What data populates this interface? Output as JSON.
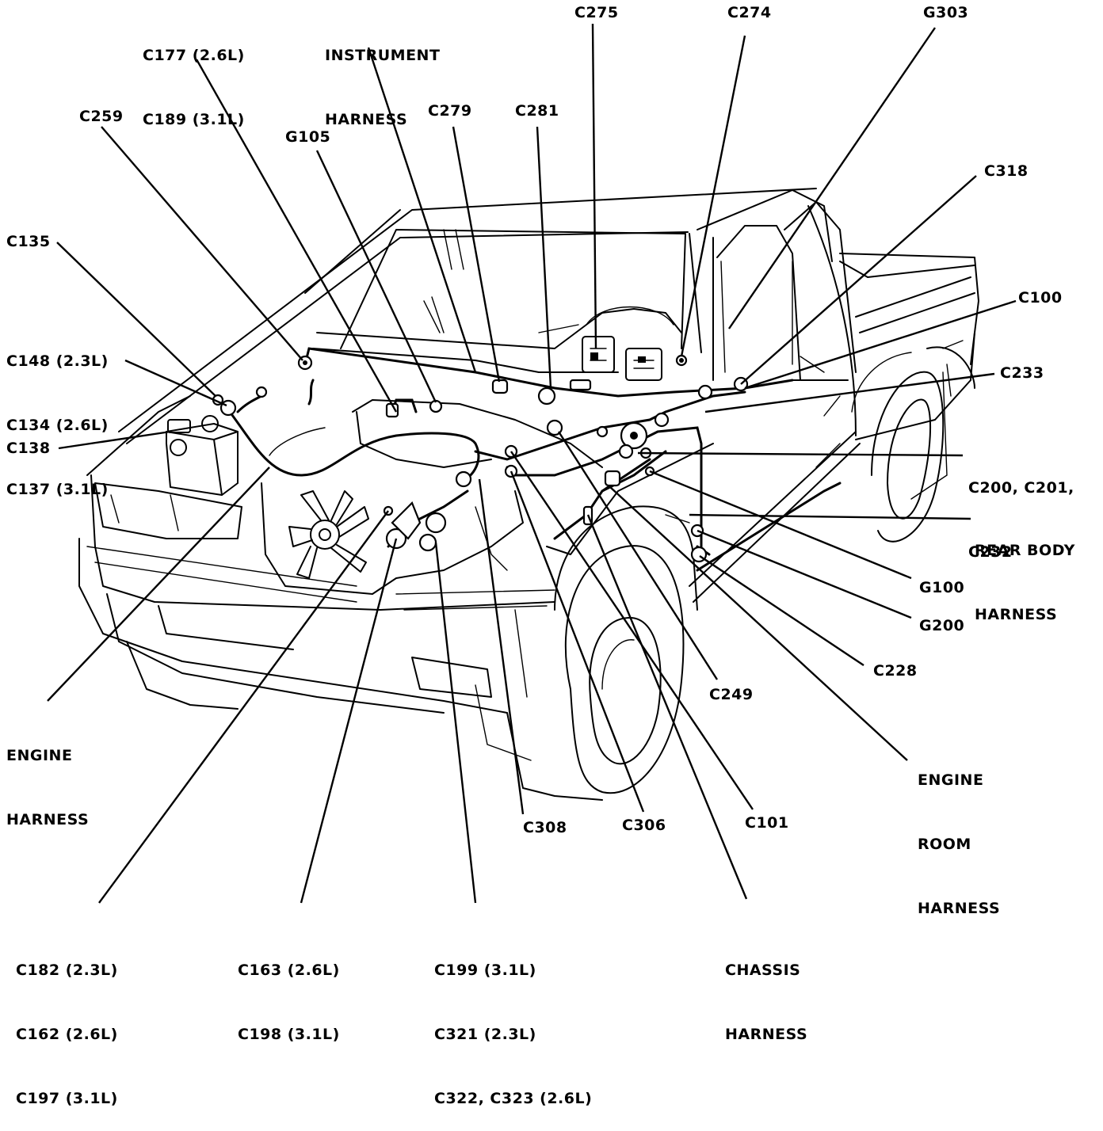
{
  "labels": {
    "c177_c189": [
      "C177 (2.6L)",
      "C189 (3.1L)"
    ],
    "instrument_harness": [
      "INSTRUMENT",
      "HARNESS"
    ],
    "c275": "C275",
    "c274": "C274",
    "g303": "G303",
    "c259": "C259",
    "c279": "C279",
    "c281": "C281",
    "g105": "G105",
    "c318": "C318",
    "c135": "C135",
    "c100": "C100",
    "c148_c134_c137": [
      "C148 (2.3L)",
      "C134 (2.6L)",
      "C137 (3.1L)"
    ],
    "c233": "C233",
    "c138": "C138",
    "c200_c201_c232": [
      "C200, C201,",
      "C232"
    ],
    "rear_body_harness": [
      "REAR BODY",
      "HARNESS"
    ],
    "g100": "G100",
    "g200": "G200",
    "c228": "C228",
    "engine_harness": [
      "ENGINE",
      "HARNESS"
    ],
    "c249": "C249",
    "engine_room_harness": [
      "ENGINE",
      "ROOM",
      "HARNESS"
    ],
    "c308a": "C308",
    "c306": "C306",
    "c101": "C101",
    "c182_c162_c197": [
      "C182 (2.3L)",
      "C162 (2.6L)",
      "C197 (3.1L)"
    ],
    "c163_c198": [
      "C163 (2.6L)",
      "C198 (3.1L)"
    ],
    "c199_c321_c322": [
      "C199 (3.1L)",
      "C321 (2.3L)",
      "C322, C323 (2.6L)"
    ],
    "chassis_harness": [
      "CHASSIS",
      "HARNESS"
    ]
  }
}
